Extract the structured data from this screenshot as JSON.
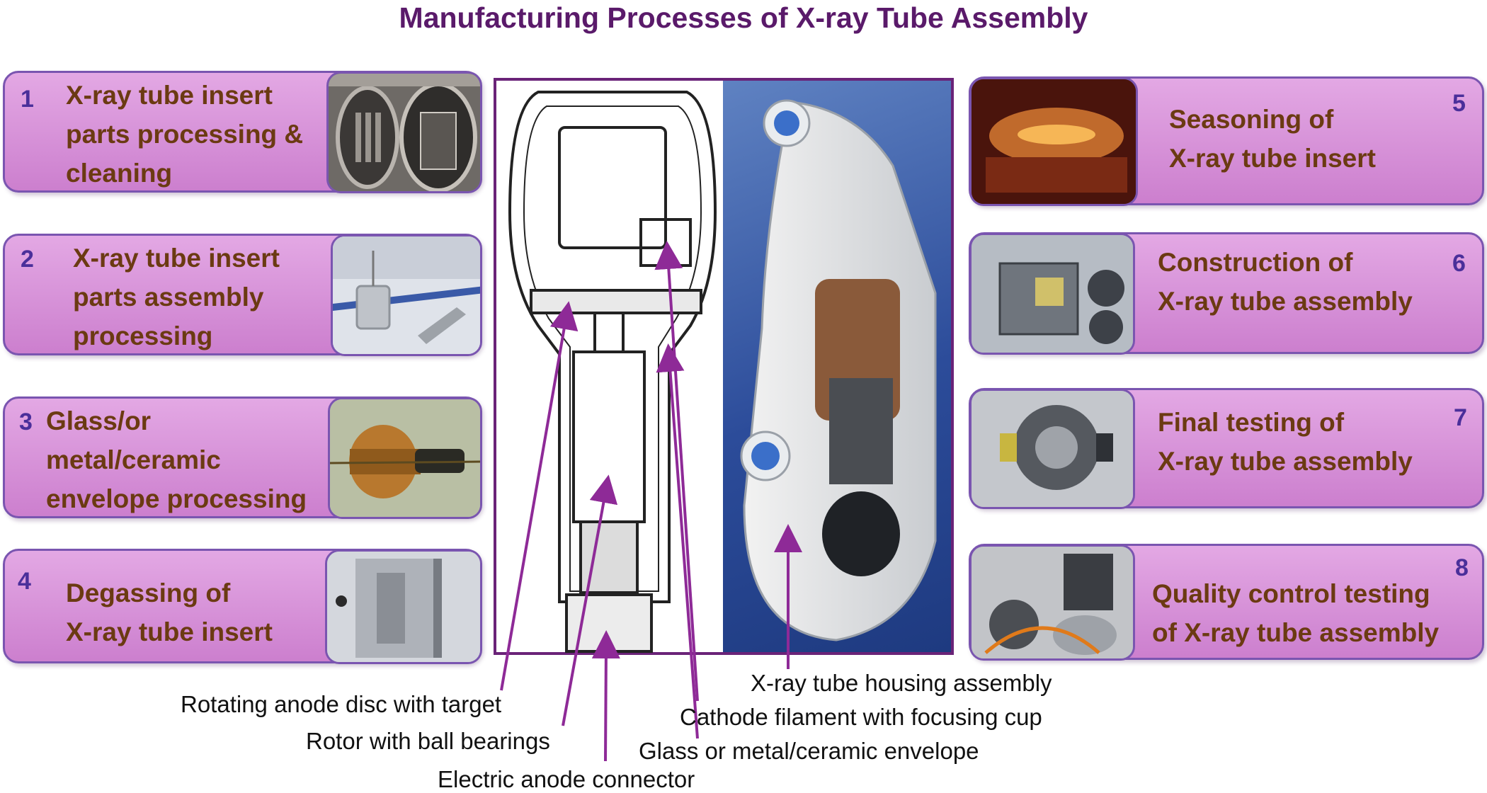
{
  "title": "Manufacturing Processes of X-ray Tube Assembly",
  "steps": [
    {
      "number": "1",
      "label": "X-ray tube insert\nparts processing &\ncleaning"
    },
    {
      "number": "2",
      "label": "X-ray tube insert\nparts assembly\nprocessing"
    },
    {
      "number": "3",
      "label": "Glass/or\nmetal/ceramic\nenvelope processing"
    },
    {
      "number": "4",
      "label": "Degassing of\nX-ray tube insert"
    },
    {
      "number": "5",
      "label": "Seasoning of\nX-ray tube insert"
    },
    {
      "number": "6",
      "label": "Construction of\nX-ray tube assembly"
    },
    {
      "number": "7",
      "label": "Final testing of\nX-ray tube assembly"
    },
    {
      "number": "8",
      "label": "Quality control testing\nof X-ray tube assembly"
    }
  ],
  "callouts": {
    "rotating_anode": "Rotating anode disc with target",
    "rotor": "Rotor with ball bearings",
    "anode_connector": "Electric anode connector",
    "housing": "X-ray tube housing assembly",
    "cathode": "Cathode filament with focusing cup",
    "envelope": "Glass or metal/ceramic envelope"
  },
  "colors": {
    "title": "#5a1a6a",
    "card_fill": "#d68fd8",
    "card_border": "#7a55b0",
    "step_number": "#4a2f9a",
    "step_label": "#6b3a12",
    "arrow": "#8e2a97"
  }
}
